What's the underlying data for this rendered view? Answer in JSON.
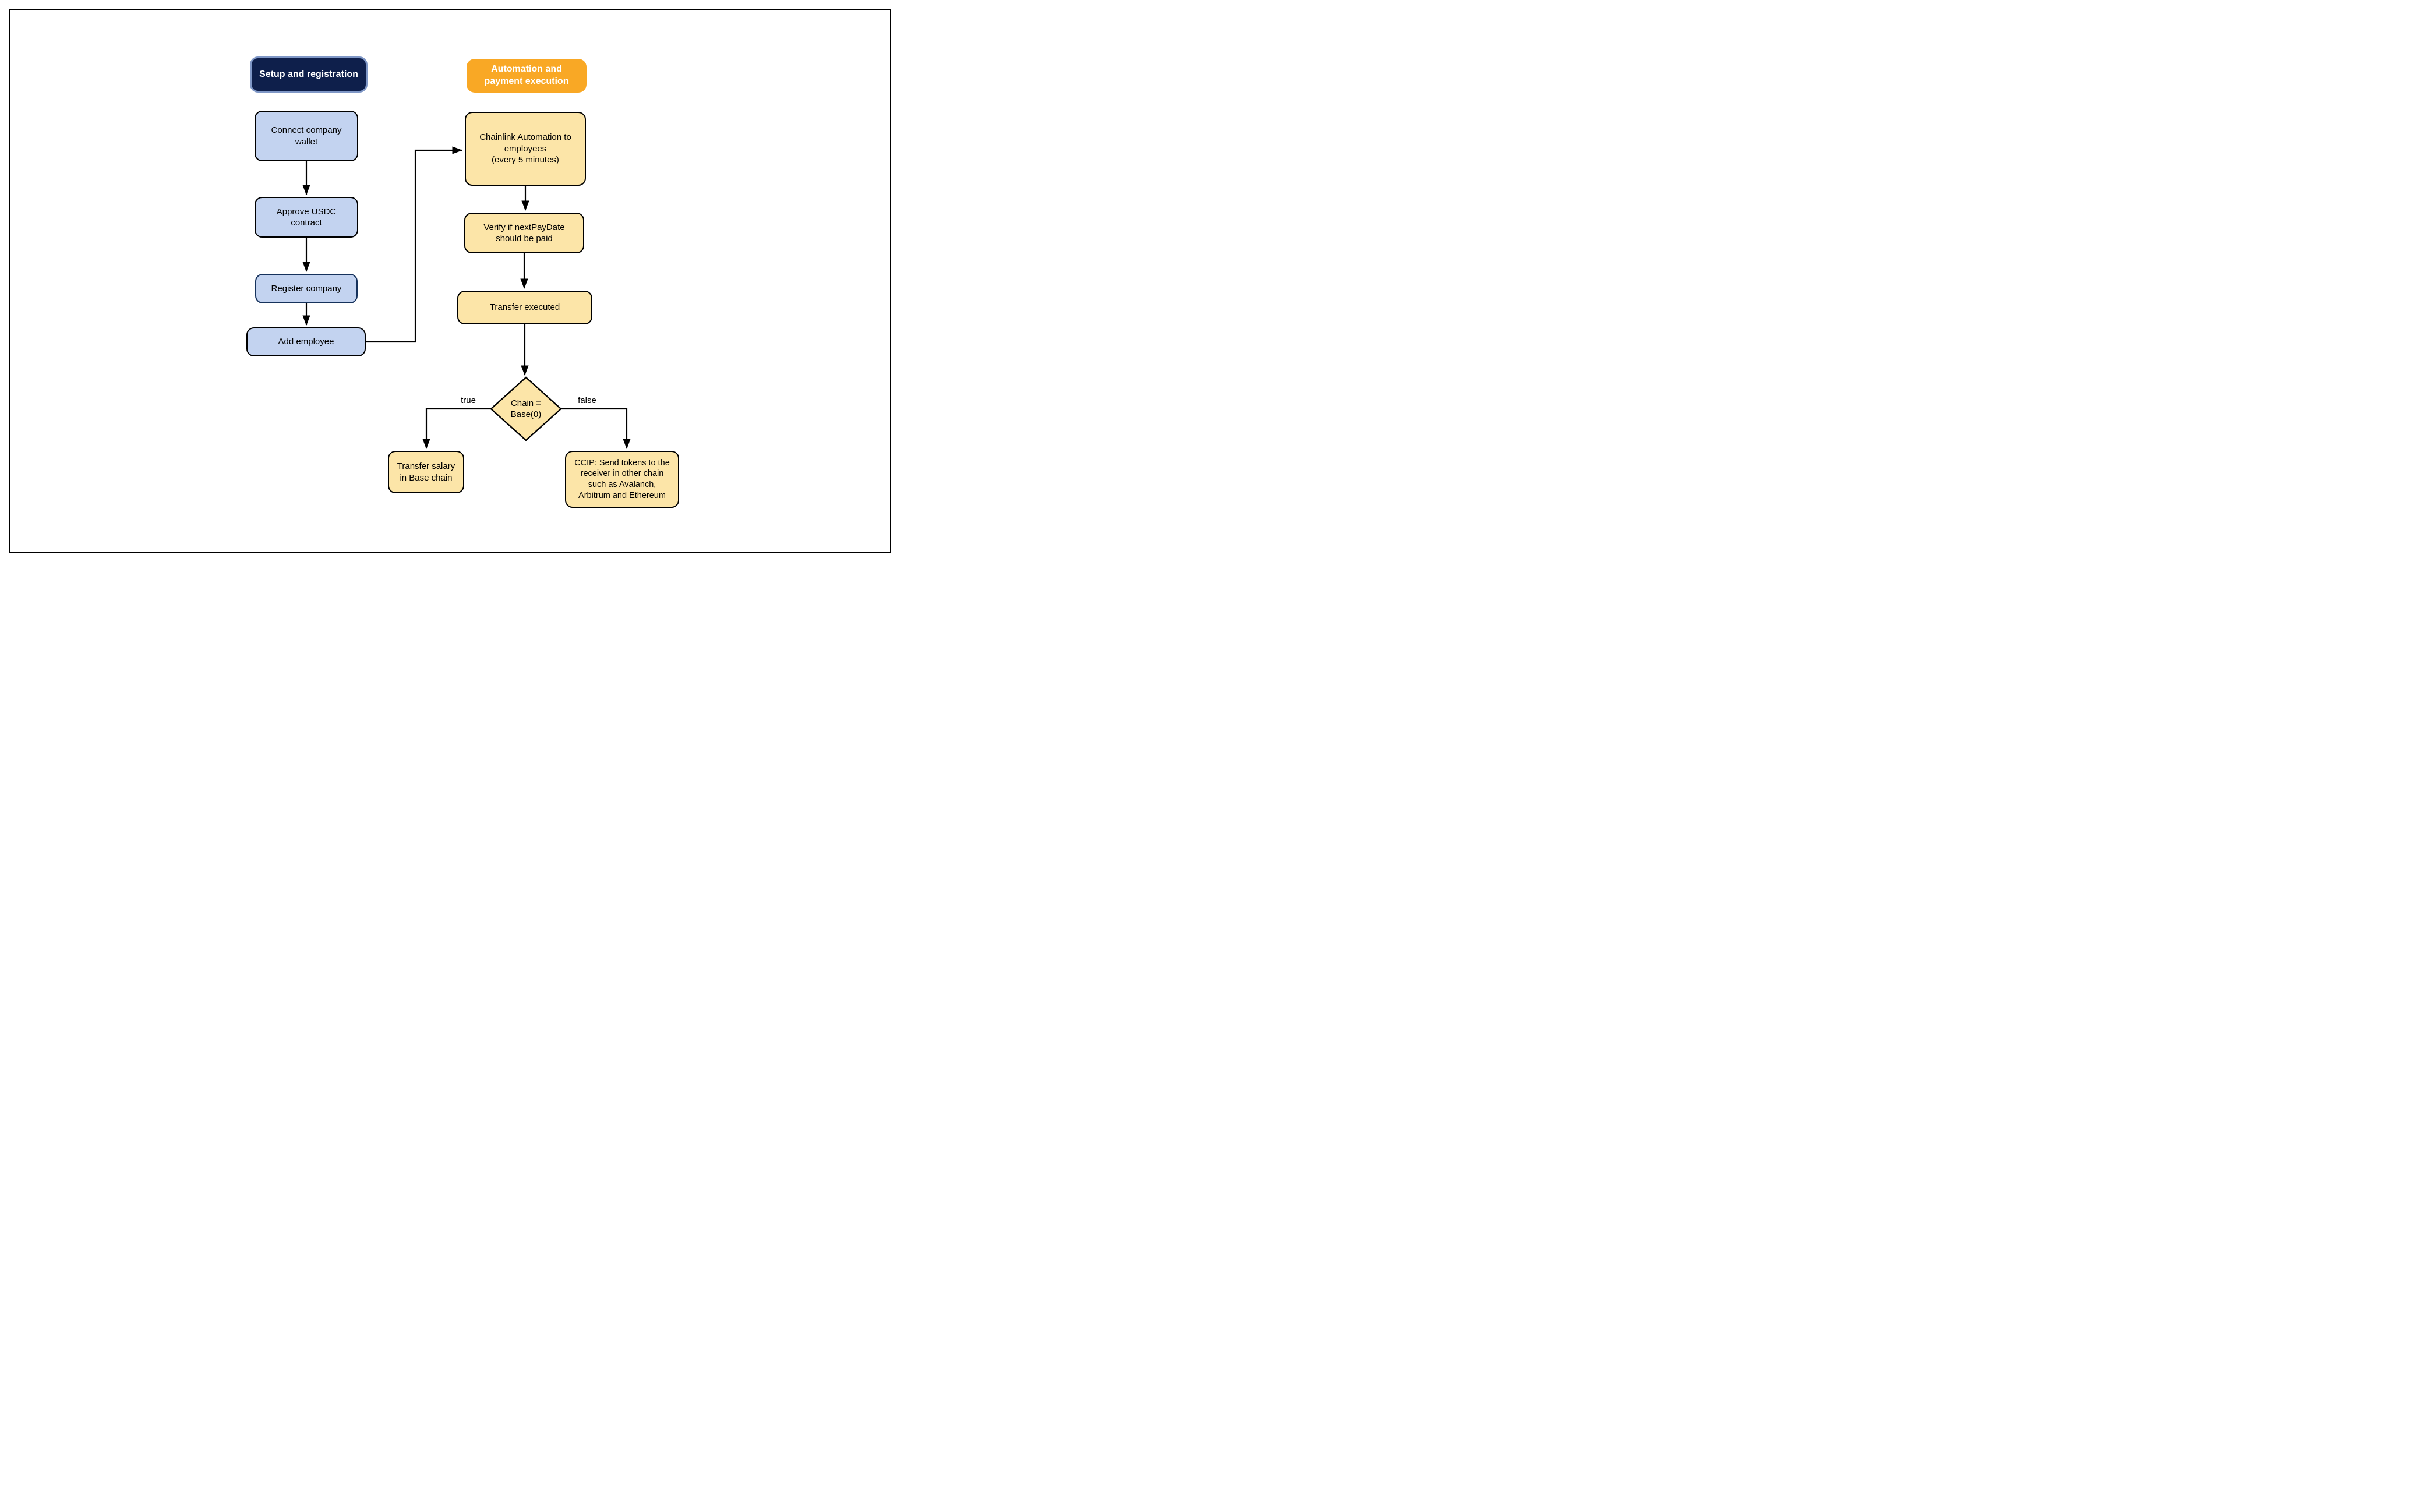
{
  "colors": {
    "navy_header_bg": "#0e1f4b",
    "navy_header_border": "#7f97c6",
    "orange_header_bg": "#f9a825",
    "blue_node_bg": "#c3d3f0",
    "yellow_node_bg": "#fce5a8",
    "register_border": "#16325c",
    "line_color": "#000000",
    "text_color": "#000000"
  },
  "headers": {
    "setup": {
      "label": "Setup and registration"
    },
    "automation": {
      "label": "Automation and\npayment execution"
    }
  },
  "nodes": {
    "connect_wallet": {
      "label": "Connect company\nwallet"
    },
    "approve_usdc": {
      "label": "Approve USDC\ncontract"
    },
    "register_company": {
      "label": "Register company"
    },
    "add_employee": {
      "label": "Add employee"
    },
    "chainlink_automation": {
      "label": "Chainlink Automation to\nemployees\n(every 5 minutes)"
    },
    "verify_paydate": {
      "label": "Verify if nextPayDate\nshould be paid"
    },
    "transfer_executed": {
      "label": "Transfer executed"
    },
    "decision_chain": {
      "label": "Chain =\nBase(0)"
    },
    "transfer_base": {
      "label": "Transfer salary\nin Base chain"
    },
    "ccip_send": {
      "label": "CCIP: Send tokens to the\nreceiver in other chain\nsuch as Avalanch,\nArbitrum and Ethereum"
    }
  },
  "edge_labels": {
    "true_branch": "true",
    "false_branch": "false"
  }
}
